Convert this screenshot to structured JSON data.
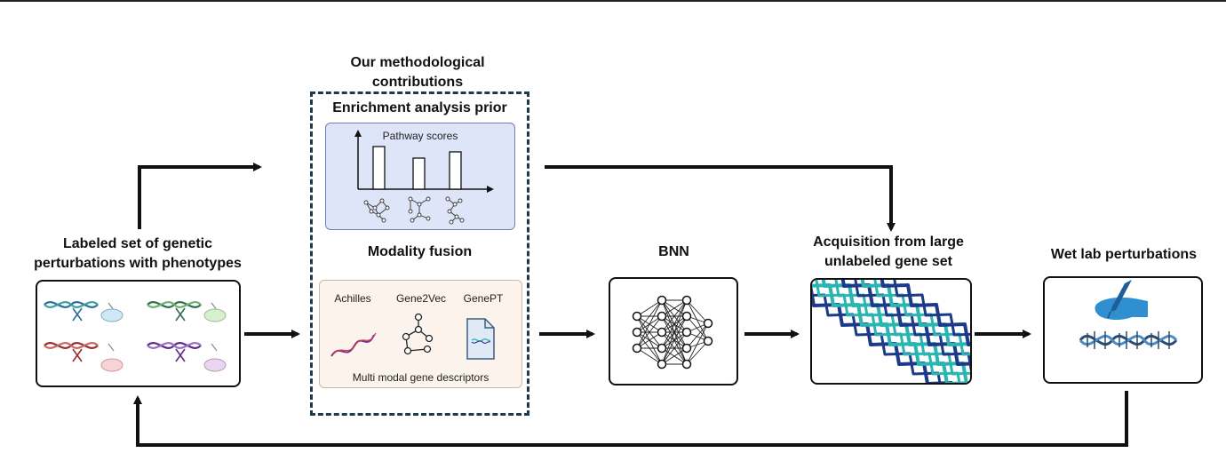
{
  "contributions": {
    "title_line1": "Our methodological",
    "title_line2": "contributions"
  },
  "enrichment": {
    "title": "Enrichment analysis prior",
    "chart_label": "Pathway scores",
    "panel_color": "#dfe5f8"
  },
  "modality": {
    "title": "Modality fusion",
    "descriptors": [
      "Achilles",
      "Gene2Vec",
      "GenePT"
    ],
    "caption": "Multi modal gene descriptors",
    "panel_color": "#fbf3ec"
  },
  "labeled_set": {
    "title_line1": "Labeled set of genetic",
    "title_line2": "perturbations with phenotypes"
  },
  "bnn": {
    "title": "BNN"
  },
  "acquisition": {
    "title_line1": "Acquisition from large",
    "title_line2": "unlabeled gene set"
  },
  "wetlab": {
    "title": "Wet lab perturbations"
  },
  "colors": {
    "dashed_border": "#1f3a4d",
    "dna_teal": "#2bb5b0",
    "dna_navy": "#1d3a8a",
    "pen_blue": "#2f8fd0"
  }
}
